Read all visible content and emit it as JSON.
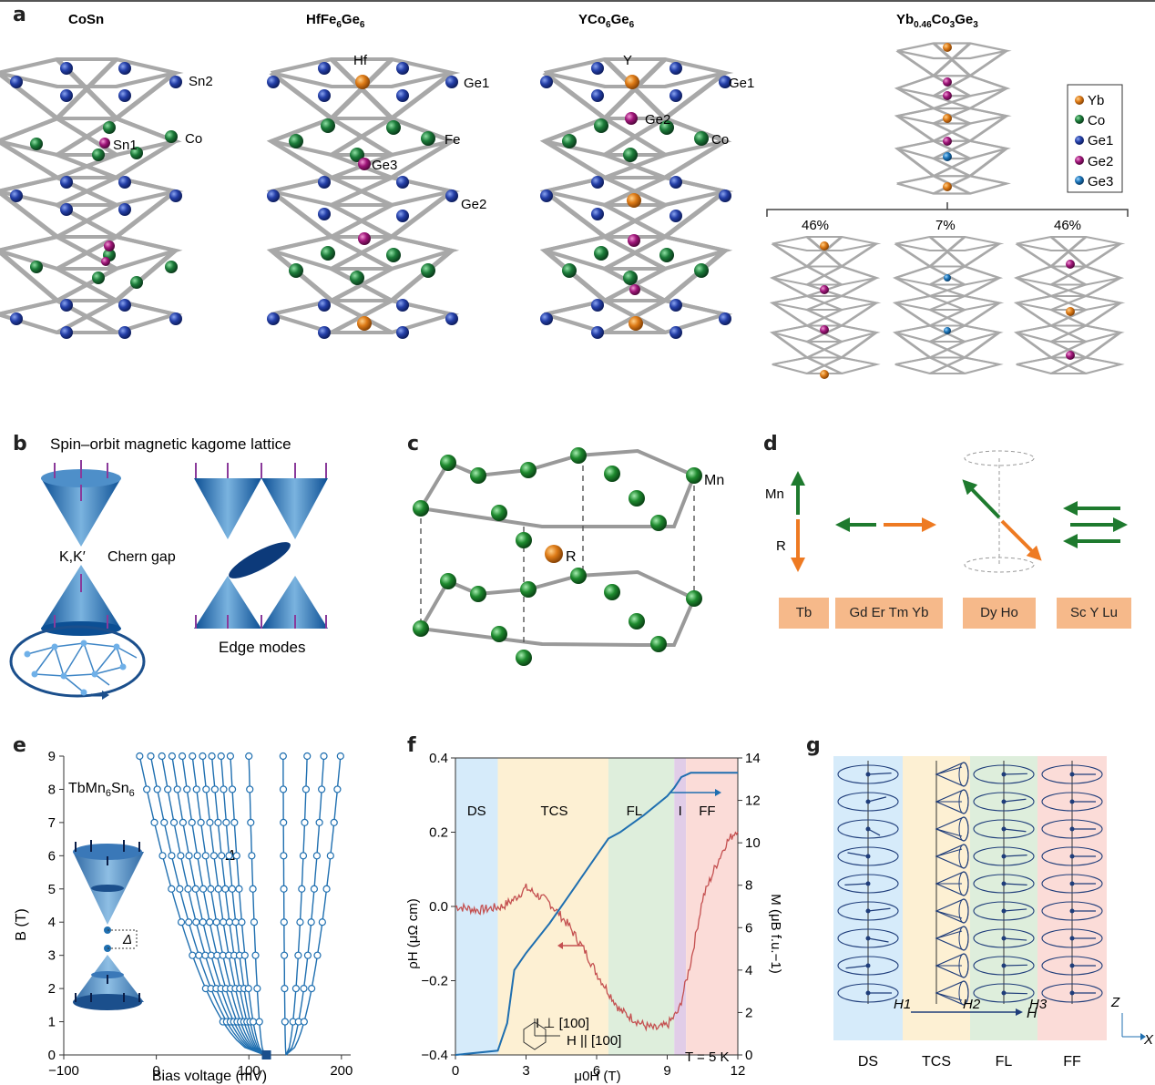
{
  "panel_labels": {
    "a": "a",
    "b": "b",
    "c": "c",
    "d": "d",
    "e": "e",
    "f": "f",
    "g": "g"
  },
  "colors": {
    "Co": "#1e7a3c",
    "Sn_Ge1": "#1f3d9a",
    "Ge2": "#a2177a",
    "Ge3": "#1a74b8",
    "Yb_R": "#d97a1a",
    "Mn": "#1e8a2e",
    "tag": "#f6b98a",
    "blue_line": "#1f6fb0",
    "red_line": "#c45050"
  },
  "panel_a": {
    "structures": [
      {
        "title": "CoSn",
        "labels": [
          "Sn2",
          "Sn1",
          "Co"
        ]
      },
      {
        "title": "HfFe6Ge6",
        "labels": [
          "Hf",
          "Ge1",
          "Fe",
          "Ge3",
          "Ge2"
        ]
      },
      {
        "title": "YCo6Ge6",
        "labels": [
          "Y",
          "Ge1",
          "Ge2",
          "Co"
        ]
      },
      {
        "title": "Yb0.46Co3Ge3"
      }
    ],
    "legend": [
      "Yb",
      "Co",
      "Ge1",
      "Ge2",
      "Ge3"
    ],
    "percent_labels": [
      "46%",
      "7%",
      "46%"
    ],
    "title_parts": {
      "hf": [
        "HfFe",
        "6",
        "Ge",
        "6"
      ],
      "y": [
        "YCo",
        "6",
        "Ge",
        "6"
      ],
      "yb": [
        "Yb",
        "0.46",
        "Co",
        "3",
        "Ge",
        "3"
      ]
    }
  },
  "panel_b": {
    "title": "Spin–orbit magnetic kagome lattice",
    "kk": "K,K′",
    "chern": "Chern gap",
    "edge": "Edge modes"
  },
  "panel_c": {
    "mn": "Mn",
    "r": "R"
  },
  "panel_d": {
    "mn": "Mn",
    "r": "R",
    "tags": [
      "Tb",
      "Gd Er Tm Yb",
      "Dy Ho",
      "Sc Y Lu"
    ]
  },
  "panel_e": {
    "ylabel": "B (T)",
    "xlabel": "Bias voltage (mV)",
    "compound": "TbMn6Sn6",
    "compound_parts": [
      "TbMn",
      "6",
      "Sn",
      "6"
    ],
    "delta": "Δ",
    "yticks": [
      "0",
      "1",
      "2",
      "3",
      "4",
      "5",
      "6",
      "7",
      "8",
      "9"
    ],
    "xticks": [
      "−100",
      "0",
      "100",
      "200"
    ]
  },
  "panel_f": {
    "xlabel": "μ0H (T)",
    "ylabel_left": "ρH (μΩ cm)",
    "ylabel_right": "M (μB f.u.−1)",
    "xticks": [
      "0",
      "3",
      "6",
      "9",
      "12"
    ],
    "yticks_left": [
      "−0.4",
      "−0.2",
      "0.0",
      "0.2",
      "0.4"
    ],
    "yticks_right": [
      "0",
      "2",
      "4",
      "6",
      "8",
      "10",
      "12",
      "14"
    ],
    "regions": [
      "DS",
      "TCS",
      "FL",
      "I",
      "FF"
    ],
    "current": "I ⊥ [100]",
    "field": "H || [100]",
    "temperature": "T = 5 K"
  },
  "panel_g": {
    "columns": [
      "DS",
      "TCS",
      "FL",
      "FF"
    ],
    "h_labels": [
      "H1",
      "H2",
      "H3"
    ],
    "h_arrow": "H",
    "z": "Z",
    "x": "X"
  },
  "chart_data": [
    {
      "type": "line",
      "title": "",
      "xlabel": "Bias voltage (mV)",
      "ylabel": "B (T)",
      "xlim": [
        -100,
        210
      ],
      "ylim": [
        0,
        9
      ],
      "series": [
        {
          "x": [
            -18,
            -6,
            6,
            17,
            28,
            39,
            50,
            60,
            70,
            80,
            100,
            137,
            163,
            181,
            199
          ],
          "y_at": 9
        },
        {
          "x_at_0": [
            117,
            117,
            117,
            117,
            117,
            117,
            117,
            117,
            117,
            117,
            117,
            140,
            140,
            140,
            140
          ]
        }
      ],
      "note_zero_point": [
        117,
        0
      ],
      "grid": false,
      "legend": "none"
    },
    {
      "type": "line",
      "title": "",
      "xlabel": "μ0H (T)",
      "ylabel": "ρH (μΩ cm)",
      "y2label": "M (μB f.u.−1)",
      "xlim": [
        0,
        12
      ],
      "ylim": [
        -0.4,
        0.4
      ],
      "y2lim": [
        0,
        14
      ],
      "series": [
        {
          "axis": "right",
          "x": [
            0,
            1.8,
            2.2,
            2.5,
            3,
            4,
            5,
            6,
            6.5,
            7,
            8,
            9,
            9.3,
            9.6,
            10,
            12
          ],
          "y": [
            0,
            0.2,
            1.5,
            4,
            4.8,
            6.2,
            7.8,
            9.4,
            10.2,
            10.5,
            11.3,
            12.2,
            12.6,
            13.1,
            13.3,
            13.3
          ]
        },
        {
          "axis": "left",
          "x": [
            0,
            1,
            2,
            2.5,
            3,
            4,
            4.8,
            5.5,
            6,
            7,
            8,
            8.5,
            9,
            9.5,
            10,
            10.5,
            11,
            11.5,
            12
          ],
          "y": [
            0,
            -0.01,
            0.0,
            0.02,
            0.05,
            0.01,
            -0.05,
            -0.12,
            -0.18,
            -0.28,
            -0.32,
            -0.33,
            -0.32,
            -0.28,
            -0.15,
            0.02,
            0.1,
            0.17,
            0.21
          ]
        }
      ],
      "regions": [
        {
          "name": "DS",
          "from": 0,
          "to": 1.8
        },
        {
          "name": "TCS",
          "from": 1.8,
          "to": 6.5
        },
        {
          "name": "FL",
          "from": 6.5,
          "to": 9.3
        },
        {
          "name": "I",
          "from": 9.3,
          "to": 9.8
        },
        {
          "name": "FF",
          "from": 9.8,
          "to": 12
        }
      ],
      "grid": false,
      "legend": "none"
    }
  ]
}
